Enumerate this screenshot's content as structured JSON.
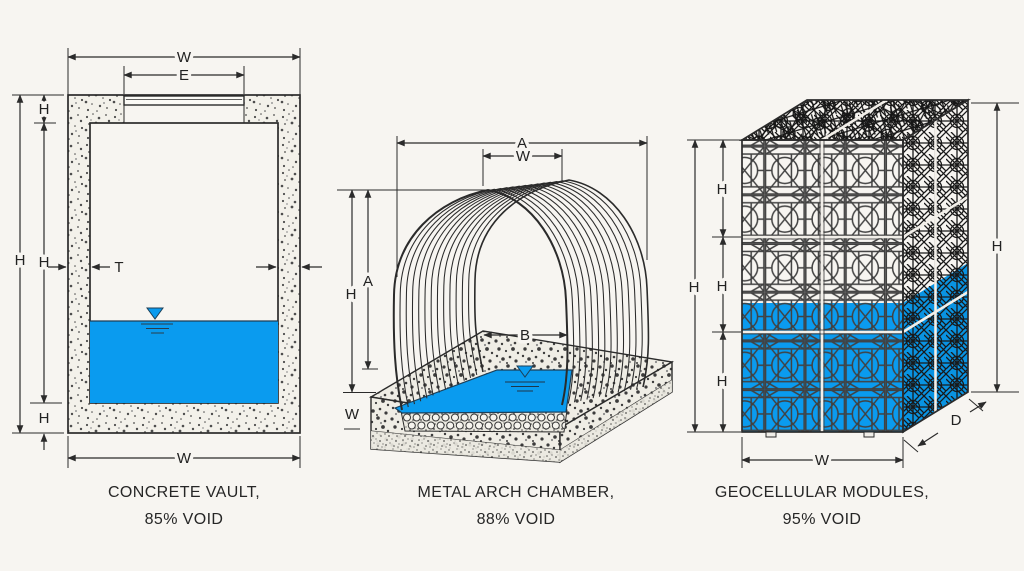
{
  "figure": {
    "background_color": "#f7f5f1",
    "line_color": "#2b2b2b",
    "water_color": "#0a9bef",
    "panels": [
      {
        "id": "concrete-vault",
        "caption_line1": "CONCRETE VAULT,",
        "caption_line2": "85% VOID",
        "labels": {
          "width_top": "W",
          "lid_width": "E",
          "height_overall": "H",
          "height_top": "H",
          "height_inner": "H",
          "height_base": "H",
          "wall_thickness": "T",
          "width_bottom": "W"
        }
      },
      {
        "id": "metal-arch-chamber",
        "caption_line1": "METAL ARCH CHAMBER,",
        "caption_line2": "88% VOID",
        "labels": {
          "span_overall": "A",
          "crest_width": "W",
          "height_overall": "H",
          "rise": "A",
          "base_width": "B",
          "bed_depth": "W"
        }
      },
      {
        "id": "geocellular-modules",
        "caption_line1": "GEOCELLULAR MODULES,",
        "caption_line2": "95% VOID",
        "labels": {
          "module_height_1": "H",
          "module_height_2": "H",
          "module_height_3": "H",
          "height_overall_left": "H",
          "height_overall_right": "H",
          "width": "W",
          "depth": "D"
        }
      }
    ]
  }
}
